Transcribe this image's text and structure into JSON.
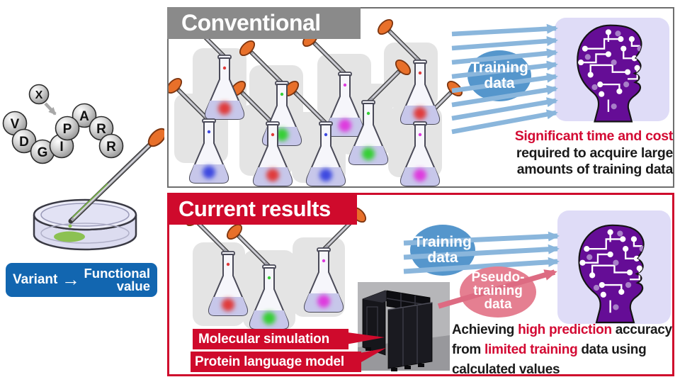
{
  "palette": {
    "accent_red": "#cf0a2c",
    "red_text": "#d30a33",
    "gray_header": "#8a8a8a",
    "variant_blue": "#1266b0",
    "arrow_blue": "#8ab6dc",
    "bubble_blue": "#5596cc",
    "pink_bubble": "#e57f91",
    "pink_arrow": "#dd6b82",
    "head_purple": "#650d96",
    "head_bg_lavender": "#dfdcf7"
  },
  "left_panel": {
    "mutation_letter": "X",
    "chain": [
      "V",
      "D",
      "G",
      "I",
      "P",
      "A",
      "R",
      "R"
    ],
    "variant_box": {
      "variant": "Variant",
      "arrow": "→",
      "functional_line1": "Functional",
      "functional_line2": "value"
    }
  },
  "conventional": {
    "title": "Conventional",
    "training_bubble": [
      "Training",
      "data"
    ],
    "flask_colors": [
      "#e03a3a",
      "#36cf36",
      "#de3ade",
      "#e03a3a",
      "#3d49e0",
      "#e03a3a",
      "#3d49e0",
      "#36cf36",
      "#de3ade"
    ],
    "caption": {
      "highlight": "Significant time and cost",
      "line2": "required to acquire large",
      "line3": "amounts of training data"
    }
  },
  "current": {
    "title": "Current results",
    "training_bubble": [
      "Training",
      "data"
    ],
    "pseudo_bubble": [
      "Pseudo-",
      "training",
      "data"
    ],
    "flask_colors": [
      "#e03a3a",
      "#36cf36",
      "#de3ade"
    ],
    "method_labels": [
      "Molecular simulation",
      "Protein language model"
    ],
    "caption": {
      "line1_pre": "Achieving ",
      "line1_highlight": "high prediction",
      "line1_post": " accuracy",
      "line2_pre": "from ",
      "line2_highlight": "limited training",
      "line2_post": " data using",
      "line3": "calculated values"
    }
  }
}
